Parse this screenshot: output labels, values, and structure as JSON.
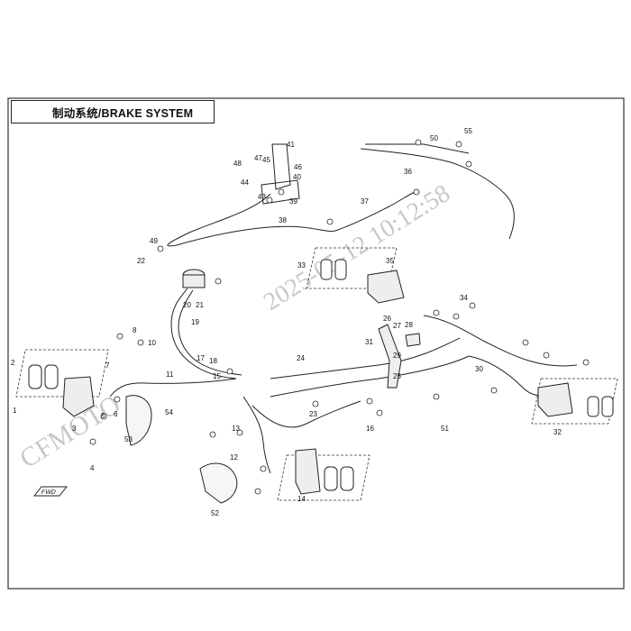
{
  "title": "制动系统/BRAKE SYSTEM",
  "watermark": {
    "brand": "CFMOTO",
    "date_time": "2025-05-12 10:12:58"
  },
  "direction_badge": "FWD",
  "callouts": [
    "1",
    "2",
    "3",
    "4",
    "5",
    "6",
    "7",
    "8",
    "10",
    "11",
    "12",
    "13",
    "14",
    "15",
    "16",
    "17",
    "18",
    "19",
    "20",
    "21",
    "22",
    "23",
    "24",
    "25",
    "26",
    "27",
    "28",
    "29",
    "30",
    "31",
    "32",
    "33",
    "34",
    "35",
    "36",
    "37",
    "38",
    "39",
    "40",
    "41",
    "43",
    "44",
    "45",
    "46",
    "47",
    "48",
    "49",
    "50",
    "51",
    "52",
    "53",
    "54",
    "55"
  ],
  "colors": {
    "line": "#222222",
    "frame": "#333333",
    "watermark": "#c8c8c8",
    "background": "#ffffff"
  }
}
